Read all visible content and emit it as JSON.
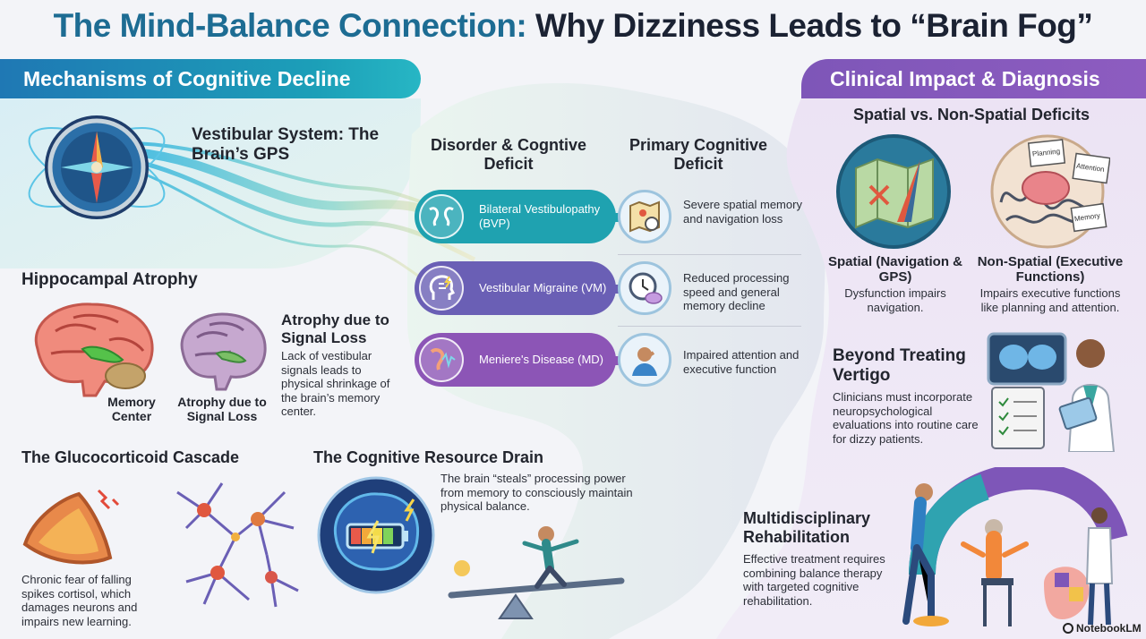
{
  "title": {
    "part1": "The Mind-Balance Connection:",
    "part2": "Why Dizziness Leads to “Brain Fog”"
  },
  "left_section": {
    "banner": "Mechanisms of Cognitive Decline",
    "vestibular": {
      "heading": "Vestibular System: The Brain’s GPS"
    },
    "hippocampal": {
      "heading": "Hippocampal Atrophy",
      "label_memory_center": "Memory Center",
      "label_atrophy": "Atrophy due to Signal Loss",
      "subheading": "Atrophy due to Signal Loss",
      "text": "Lack of vestibular signals leads to physical shrinkage of the brain’s memory center."
    },
    "glucocorticoid": {
      "heading": "The Glucocorticoid Cascade",
      "text": "Chronic fear of falling spikes cortisol, which damages neurons and impairs new learning."
    },
    "resource_drain": {
      "heading": "The Cognitive Resource Drain",
      "text": "The brain “steals” processing power from memory to consciously maintain physical balance."
    }
  },
  "middle_section": {
    "col1_heading": "Disorder & Cogntive Deficit",
    "col2_heading": "Primary Cognitive Deficit",
    "rows": [
      {
        "disorder": "Bilateral Vestibulopathy (BVP)",
        "deficit": "Severe spatial memory and navigation loss",
        "color": "#1fa2b0"
      },
      {
        "disorder": "Vestibular Migraine (VM)",
        "deficit": "Reduced processing speed and general memory decline",
        "color": "#6a5fb5"
      },
      {
        "disorder": "Meniere's Disease (MD)",
        "deficit": "Impaired attention and executive function",
        "color": "#8c55b6"
      }
    ]
  },
  "right_section": {
    "banner": "Clinical Impact & Diagnosis",
    "deficits_heading": "Spatial vs. Non-Spatial Deficits",
    "spatial": {
      "title": "Spatial (Navigation & GPS)",
      "text": "Dysfunction impairs navigation."
    },
    "nonspatial": {
      "title": "Non-Spatial (Executive Functions)",
      "text": "Impairs executive functions like planning and attention.",
      "notes": [
        "Planning",
        "Attention",
        "Memory"
      ]
    },
    "vertigo": {
      "heading": "Beyond Treating Vertigo",
      "text": "Clinicians must incorporate neuropsychological evaluations into routine care for dizzy patients."
    },
    "rehab": {
      "heading": "Multidisciplinary Rehabilitation",
      "text": "Effective treatment requires combining balance therapy with targeted cognitive rehabilitation."
    }
  },
  "footer": {
    "brand": "NotebookLM"
  }
}
